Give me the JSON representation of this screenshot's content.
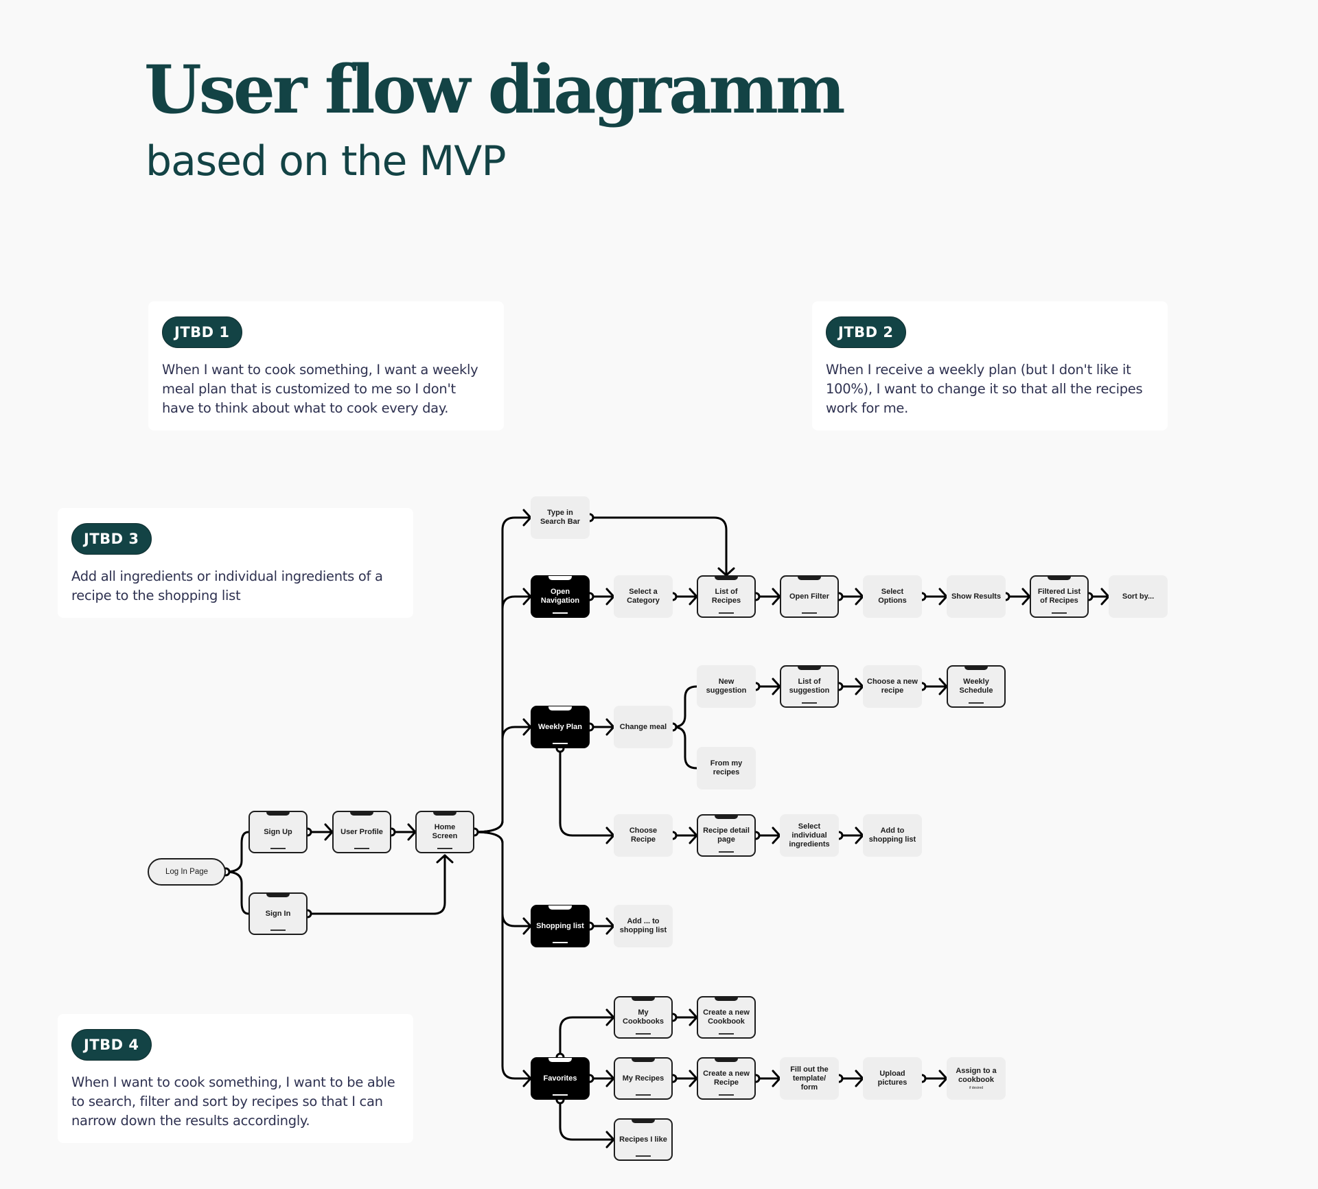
{
  "header": {
    "title": "User flow diagramm",
    "subtitle": "based on the MVP"
  },
  "jtbd": [
    {
      "badge": "JTBD 1",
      "text": "When I want to cook something, I want a weekly meal plan that is customized to me so I don't have to think about what to cook every day."
    },
    {
      "badge": "JTBD 2",
      "text": "When I receive a weekly plan (but I don't like it 100%), I want to change it so that all the recipes work for me."
    },
    {
      "badge": "JTBD 3",
      "text": "Add all ingredients or individual ingredients of a recipe to the shopping list"
    },
    {
      "badge": "JTBD 4",
      "text": "When I want to cook something, I want to be able to search, filter and sort by recipes so that I can narrow down the results accordingly."
    }
  ],
  "legend_colors": {
    "brand": "#134345",
    "text": "#2e3150",
    "screen_fill": "#efefef",
    "action_fill": "#eeeeee",
    "main_screen_fill": "#000000",
    "connector": "#000000"
  },
  "flow": {
    "nodes": {
      "login": {
        "label": "Log In Page",
        "type": "start"
      },
      "signup": {
        "label": "Sign Up",
        "type": "screen"
      },
      "signin": {
        "label": "Sign In",
        "type": "screen"
      },
      "profile": {
        "label": "User Profile",
        "type": "screen"
      },
      "home": {
        "label": "Home Screen",
        "type": "screen"
      },
      "search": {
        "label": "Type in Search Bar",
        "type": "action"
      },
      "nav": {
        "label": "Open Navigation",
        "type": "main-screen"
      },
      "category": {
        "label": "Select a Category",
        "type": "action"
      },
      "list": {
        "label": "List of Recipes",
        "type": "screen"
      },
      "filter": {
        "label": "Open Filter",
        "type": "screen"
      },
      "options": {
        "label": "Select Options",
        "type": "action"
      },
      "results": {
        "label": "Show Results",
        "type": "action"
      },
      "filtered": {
        "label": "Filtered List of Recipes",
        "type": "screen"
      },
      "sort": {
        "label": "Sort by...",
        "type": "action"
      },
      "weekly": {
        "label": "Weekly Plan",
        "type": "main-screen"
      },
      "change": {
        "label": "Change meal",
        "type": "action"
      },
      "newsugg": {
        "label": "New suggestion",
        "type": "action"
      },
      "listsugg": {
        "label": "List of suggestion",
        "type": "screen"
      },
      "choosenew": {
        "label": "Choose a new recipe",
        "type": "action"
      },
      "schedule": {
        "label": "Weekly Schedule",
        "type": "screen"
      },
      "frommy": {
        "label": "From my recipes",
        "type": "action"
      },
      "chooserecipe": {
        "label": "Choose Recipe",
        "type": "action"
      },
      "detail": {
        "label": "Recipe detail page",
        "type": "screen"
      },
      "selecting": {
        "label": "Select individual ingredients",
        "type": "action"
      },
      "addto": {
        "label": "Add to shopping list",
        "type": "action"
      },
      "shopping": {
        "label": "Shopping list",
        "type": "main-screen"
      },
      "addshop": {
        "label": "Add ... to shopping list",
        "type": "action"
      },
      "favorites": {
        "label": "Favorites",
        "type": "main-screen"
      },
      "cookbooks": {
        "label": "My Cookbooks",
        "type": "screen"
      },
      "newcookbook": {
        "label": "Create a new Cookbook",
        "type": "screen"
      },
      "myrecipes": {
        "label": "My Recipes",
        "type": "screen"
      },
      "newrecipe": {
        "label": "Create a new Recipe",
        "type": "screen"
      },
      "fillform": {
        "label": "Fill out the template/ form",
        "type": "action"
      },
      "upload": {
        "label": "Upload pictures",
        "type": "action"
      },
      "assign": {
        "label": "Assign to a cookbook",
        "note": "if desired",
        "type": "action"
      },
      "liked": {
        "label": "Recipes I like",
        "type": "screen"
      }
    },
    "edges": [
      [
        "login",
        "signup"
      ],
      [
        "login",
        "signin"
      ],
      [
        "signup",
        "profile"
      ],
      [
        "profile",
        "home"
      ],
      [
        "signin",
        "home"
      ],
      [
        "home",
        "search"
      ],
      [
        "home",
        "nav"
      ],
      [
        "home",
        "weekly"
      ],
      [
        "home",
        "shopping"
      ],
      [
        "home",
        "favorites"
      ],
      [
        "search",
        "list"
      ],
      [
        "nav",
        "category"
      ],
      [
        "category",
        "list"
      ],
      [
        "list",
        "filter"
      ],
      [
        "filter",
        "options"
      ],
      [
        "options",
        "results"
      ],
      [
        "results",
        "filtered"
      ],
      [
        "filtered",
        "sort"
      ],
      [
        "weekly",
        "change"
      ],
      [
        "change",
        "newsugg"
      ],
      [
        "change",
        "frommy"
      ],
      [
        "newsugg",
        "listsugg"
      ],
      [
        "listsugg",
        "choosenew"
      ],
      [
        "choosenew",
        "schedule"
      ],
      [
        "weekly",
        "chooserecipe"
      ],
      [
        "chooserecipe",
        "detail"
      ],
      [
        "detail",
        "selecting"
      ],
      [
        "selecting",
        "addto"
      ],
      [
        "shopping",
        "addshop"
      ],
      [
        "favorites",
        "cookbooks"
      ],
      [
        "cookbooks",
        "newcookbook"
      ],
      [
        "favorites",
        "myrecipes"
      ],
      [
        "myrecipes",
        "newrecipe"
      ],
      [
        "newrecipe",
        "fillform"
      ],
      [
        "fillform",
        "upload"
      ],
      [
        "upload",
        "assign"
      ],
      [
        "favorites",
        "liked"
      ]
    ]
  }
}
